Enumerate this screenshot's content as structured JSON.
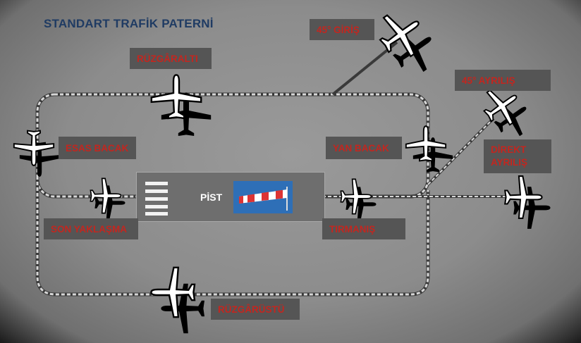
{
  "diagram": {
    "title": "STANDART TRAFİK PATERNİ",
    "runway_label": "PİST",
    "labels": {
      "upwind": "45° GİRİŞ",
      "downwind": "RÜZGÂRALTI",
      "departure_45": "45° AYRILIŞ",
      "base_leg": "ESAS BACAK",
      "crosswind_leg": "YAN BACAK",
      "straight_departure": "DİREKT AYRILIŞ",
      "final_approach": "SON YAKLAŞMA",
      "climb": "TIRMANIŞ",
      "upwind_leg": "RÜZGÂRÜSTÜ"
    },
    "icons": {
      "airplane": "airplane-icon",
      "windsock": "windsock-icon"
    },
    "colors": {
      "title": "#1f3b63",
      "label_text": "#c3261f",
      "label_bg": "#555555",
      "windsock_bg": "#2e6fb7"
    }
  }
}
